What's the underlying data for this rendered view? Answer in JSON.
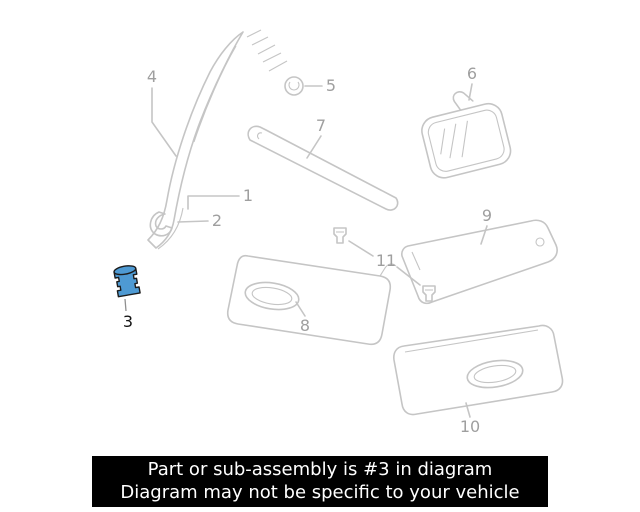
{
  "banner": {
    "line1": "Part or sub-assembly is #3 in diagram",
    "line2": "Diagram may not be specific to your vehicle",
    "background_color": "#000000",
    "text_color": "#ffffff"
  },
  "diagram": {
    "line_color": "#c5c5c5",
    "highlight_color": "#4e9ad3",
    "highlighted_callout": "3",
    "callouts": [
      {
        "text": "1",
        "highlighted": false
      },
      {
        "text": "2",
        "highlighted": false
      },
      {
        "text": "3",
        "highlighted": true
      },
      {
        "text": "4",
        "highlighted": false
      },
      {
        "text": "5",
        "highlighted": false
      },
      {
        "text": "6",
        "highlighted": false
      },
      {
        "text": "7",
        "highlighted": false
      },
      {
        "text": "8",
        "highlighted": false
      },
      {
        "text": "9",
        "highlighted": false
      },
      {
        "text": "10",
        "highlighted": false
      },
      {
        "text": "11",
        "highlighted": false
      }
    ]
  }
}
